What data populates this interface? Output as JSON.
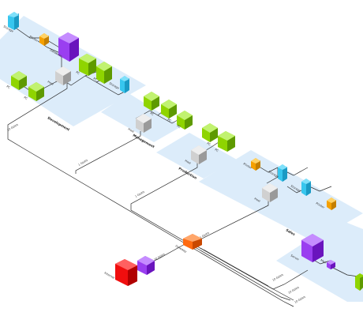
{
  "colors": {
    "zone": "#dcecfa",
    "server": "#d0d0d0",
    "workstation": "#8fd400",
    "printer": "#f5a000",
    "storage": "#37c6ee",
    "database": "#9a3ff0",
    "router": "#ff6a10",
    "firewall": "#f00e0e"
  },
  "zones": {
    "development": "Development",
    "management": "Management",
    "production": "Production",
    "sales": "Sales"
  },
  "devices": {
    "dev_storage": "Storage",
    "dev_printer": "Printer",
    "dev_database": "Database",
    "dev_storage2": "Storage",
    "dev_pc1": "PC",
    "dev_pc2": "PC",
    "dev_pc3": "PC",
    "dev_pc4": "PC",
    "dev_host": "Host",
    "mgmt_pc1": "PC",
    "mgmt_pc2": "PC",
    "mgmt_pc3": "PC",
    "mgmt_host": "Host",
    "prod_pc1": "PC",
    "prod_pc2": "PC",
    "prod_host": "Host",
    "sales_printer": "Printer",
    "sales_storage": "Storage",
    "sales_storage2": "Storage",
    "sales_printer2": "Printer",
    "sales_host": "Host",
    "internet": "Internet",
    "gateway": "Gateway",
    "mail": "Mail",
    "server": "Server"
  },
  "links": {
    "l1": "10 Gbit/s",
    "l2": "1 Gbit/s",
    "l3": "1 Gbit/s",
    "l4": "1 Gbit/s",
    "l5": "10 Gbit/s",
    "l6": "10 Gbit/s",
    "l7": "10 Gbit/s",
    "l8": "10 Gbit/s"
  }
}
